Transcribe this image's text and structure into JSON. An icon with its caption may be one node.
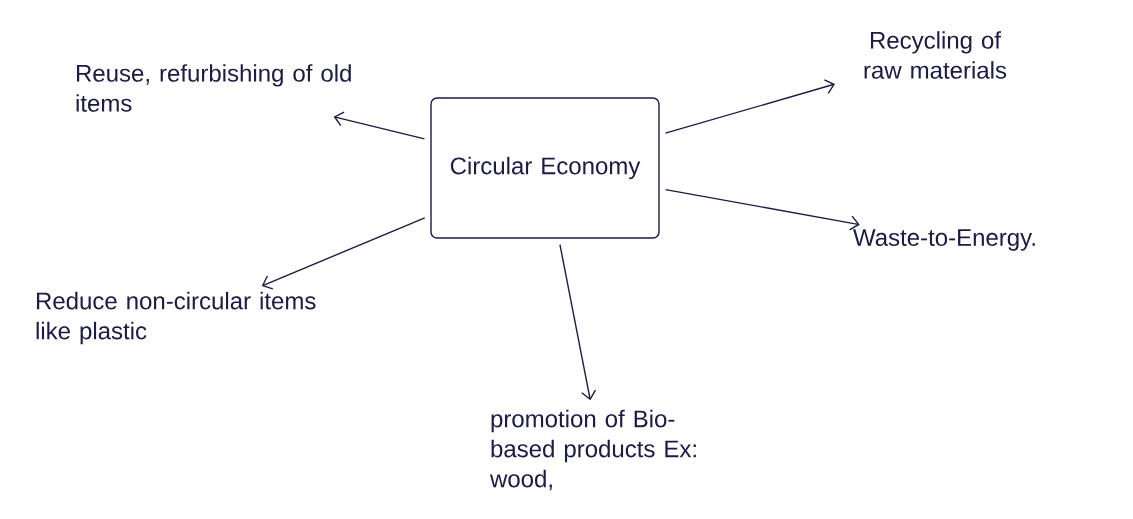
{
  "diagram": {
    "nodes": [
      {
        "text": [
          "Circular Economy"
        ]
      },
      {
        "text": [
          "Reuse, refurbishing of old items"
        ]
      },
      {
        "text": [
          "Recycling of raw materials"
        ]
      },
      {
        "text": [
          "Waste-to-Energy."
        ]
      },
      {
        "text": [
          "Reduce non-circular items like plastic"
        ]
      },
      {
        "text": [
          "promotion of Bio-based products Ex: wood,"
        ]
      }
    ],
    "edges": [
      {
        "from": 0,
        "to": 1,
        "arrow": "to"
      },
      {
        "from": 0,
        "to": 2,
        "arrow": "to"
      },
      {
        "from": 0,
        "to": 3,
        "arrow": "to"
      },
      {
        "from": 0,
        "to": 4,
        "arrow": "to"
      },
      {
        "from": 0,
        "to": 5,
        "arrow": "to"
      }
    ]
  }
}
